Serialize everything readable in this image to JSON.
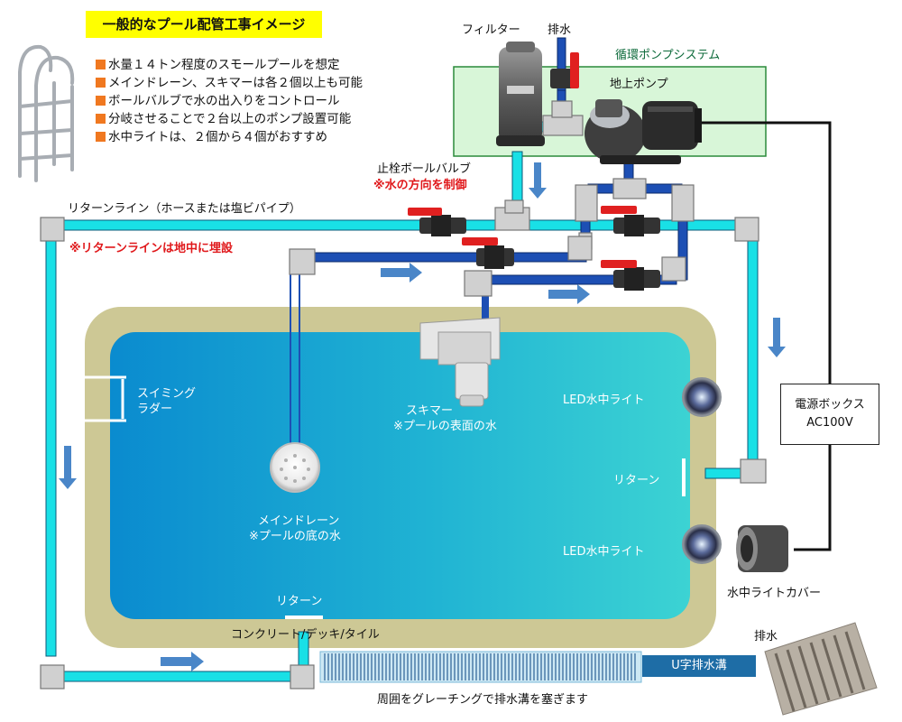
{
  "title": "一般的なプール配管工事イメージ",
  "notes": [
    "水量１４トン程度のスモールプールを想定",
    "メインドレーン、スキマーは各２個以上も可能",
    "ボールバルブで水の出入りをコントロール",
    "分岐させることで２台以上のポンプ設置可能",
    "水中ライトは、２個から４個がおすすめ"
  ],
  "labels": {
    "filter": "フィルター",
    "drain_top": "排水",
    "pump_system": "循環ポンプシステム",
    "ground_pump": "地上ポンプ",
    "ball_valve": "止栓ボールバルブ",
    "ball_valve_note": "※水の方向を制御",
    "return_line": "リターンライン（ホースまたは塩ビパイプ）",
    "return_line_note": "※リターンラインは地中に埋設",
    "ladder_1": "スイミング",
    "ladder_2": "ラダー",
    "skimmer": "スキマー",
    "skimmer_note": "※プールの表面の水",
    "main_drain": "メインドレーン",
    "main_drain_note": "※プールの底の水",
    "led_light_1": "LED水中ライト",
    "led_light_2": "LED水中ライト",
    "return_right": "リターン",
    "return_bottom": "リターン",
    "deck": "コンクリート/デッキ/タイル",
    "power_box_1": "電源ボックス",
    "power_box_2": "AC100V",
    "light_cover": "水中ライトカバー",
    "drain_right": "排水",
    "u_drain": "U字排水溝",
    "grating_note": "周囲をグレーチングで排水溝を塞ぎます"
  },
  "colors": {
    "return_pipe": "#19e0e6",
    "suction_pipe": "#1d4fb4",
    "flow_arrow": "#4a86c8",
    "deck": "#cdc895",
    "pool_left": "#0a8bcf",
    "pool_right": "#3cd3d3",
    "pump_box": "#d8f6d8",
    "title_bg": "#ffff00",
    "bullet": "#f07820",
    "note_red": "#e0181b",
    "u_drain": "#1e6da6"
  }
}
